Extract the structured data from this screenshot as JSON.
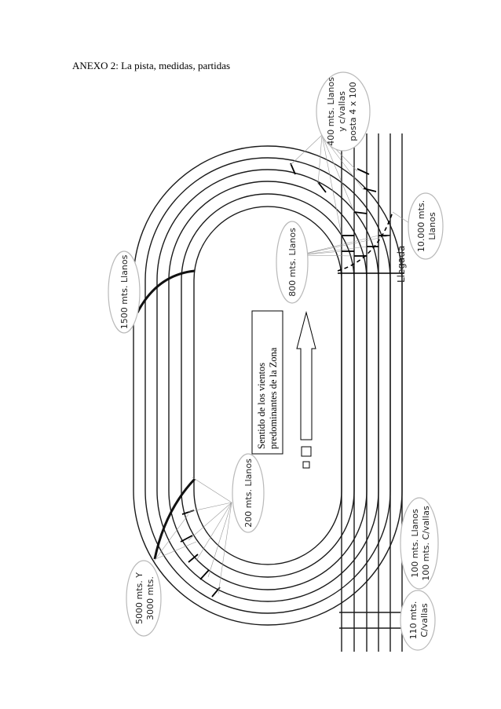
{
  "caption": "ANEXO 2: La pista, medidas, partidas",
  "labels": {
    "m1500": "1500 mts. Llanos",
    "m5000_line1": "5000 mts. Y",
    "m5000_line2": "3000 mts.",
    "m200": "200 mts. Llanos",
    "m800": "800 mts. Llanos",
    "m400_line1": "400 mts. Llanos",
    "m400_line2": "y c/vallas",
    "m400_line3": "posta 4 x 100",
    "m10000_line1": "10.000 mts.",
    "m10000_line2": "Llanos",
    "m100_line1": "100 mts. Llanos",
    "m100_line2": "100 mts. C/vallas",
    "m110_line1": "110 mts.",
    "m110_line2": "C/vallas",
    "finish": "Llegada",
    "wind_line1": "Sentido de los vientos",
    "wind_line2": "predominantes de la Zona"
  }
}
